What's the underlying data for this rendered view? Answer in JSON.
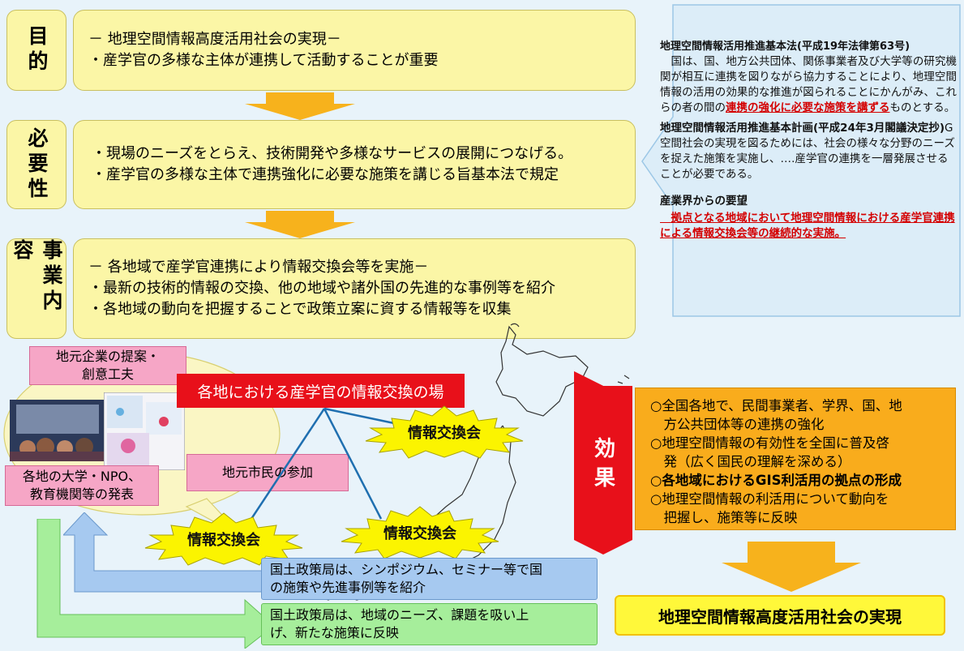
{
  "colors": {
    "pale_yellow": "#fbf6a6",
    "arrow_orange": "#f7b21c",
    "red": "#e8101a",
    "pink": "#f6a6c6",
    "blue": "#a6c9f0",
    "green": "#a6ee9b",
    "orange": "#f9ac1c",
    "yellow": "#fff83a"
  },
  "sections": {
    "purpose": {
      "label": "目的",
      "lines": [
        "－ 地理空間情報高度活用社会の実現－",
        "・産学官の多様な主体が連携して活動することが重要"
      ]
    },
    "necessity": {
      "label": "必要性",
      "lines": [
        "・現場のニーズをとらえ、技術開発や多様なサービスの展開につなげる。",
        "・産学官の多様な主体で連携強化に必要な施策を講じる旨基本法で規定"
      ]
    },
    "business": {
      "label": "事業内容",
      "lines": [
        "－ 各地域で産学官連携により情報交換会等を実施－",
        "・最新の技術的情報の交換、他の地域や諸外国の先進的な事例等を紹介",
        "・各地域の動向を把握することで政策立案に資する情報等を収集"
      ]
    }
  },
  "info_panel": {
    "law_title": "地理空間情報活用推進基本法(平成19年法律第63号)",
    "law_text_1": "　国は、国、地方公共団体、関係事業者及び大学等の研究機関が相互に連携を図りながら協力することにより、地理空間情報の活用の効果的な推進が図られることにかんがみ、これらの者の間の",
    "law_text_red": "連携の強化に必要な施策を講ずる",
    "law_text_2": "ものとする。",
    "plan_title": "地理空間情報活用推進基本計画(平成24年3月閣議決定抄)",
    "plan_text": "G空間社会の実現を図るためには、社会の様々な分野のニーズを捉えた施策を実施し、‥‥産学官の連携を一層発展させることが必要である。",
    "industry_title": "産業界からの要望",
    "industry_text": "　拠点となる地域において地理空間情報における産学官連携による情報交換会等の継続的な実施。"
  },
  "bubble": {
    "local_companies": [
      "地元企業の提案・",
      "創意工夫"
    ],
    "universities": [
      "各地の大学・NPO、",
      "教育機関等の発表"
    ],
    "citizens": "地元市民の参加"
  },
  "exchange_place": "各地における産学官の情報交換の場",
  "exchange_meeting": "情報交換会",
  "effect_label": "効果",
  "effects": [
    "○全国各地で、民間事業者、学界、国、地",
    "　方公共団体等の連携の強化",
    "○地理空間情報の有効性を全国に普及啓",
    "　発（広く国民の理解を深める）",
    "○各地域におけるGIS利活用の拠点の形成",
    "○地理空間情報の利活用について動向を",
    "　把握し、施策等に反映"
  ],
  "blue_note": [
    "国土政策局は、シンポジウム、セミナー等で国",
    "の施策や先進事例等を紹介"
  ],
  "green_note": [
    "国土政策局は、地域のニーズ、課題を吸い上",
    "げ、新たな施策に反映"
  ],
  "final_goal": "地理空間情報高度活用社会の実現"
}
